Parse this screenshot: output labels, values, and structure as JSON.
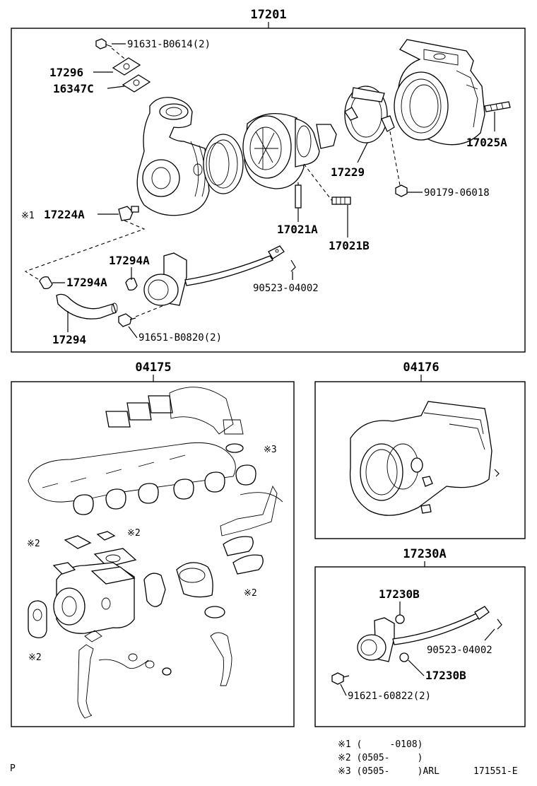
{
  "sections": {
    "main": {
      "title": "17201"
    },
    "s04175": {
      "title": "04175"
    },
    "s04176": {
      "title": "04176"
    },
    "s17230a": {
      "title": "17230A"
    }
  },
  "parts": {
    "p91631": "91631-B0614(2)",
    "p17296": "17296",
    "p16347c": "16347C",
    "p17025a": "17025A",
    "p17229": "17229",
    "p90179": "90179-06018",
    "p17224a": "17224A",
    "p17224a_mark": "※1",
    "p17021a": "17021A",
    "p17021b": "17021B",
    "p17294a_top": "17294A",
    "p17294a": "17294A",
    "p90523_main": "90523-04002",
    "p17294": "17294",
    "p91651": "91651-B0820(2)",
    "m3_top": "※3",
    "m2_a": "※2",
    "m2_b": "※2",
    "m2_c": "※2",
    "m2_d": "※2",
    "p17230b_top": "17230B",
    "p90523_sub": "90523-04002",
    "p17230b_bot": "17230B",
    "p91621": "91621-60822(2)"
  },
  "footnotes": [
    "※1 (     -0108)",
    "※2 (0505-     )",
    "※3 (0505-     )ARL"
  ],
  "ref_code": "171551-E",
  "corner_mark": "P"
}
